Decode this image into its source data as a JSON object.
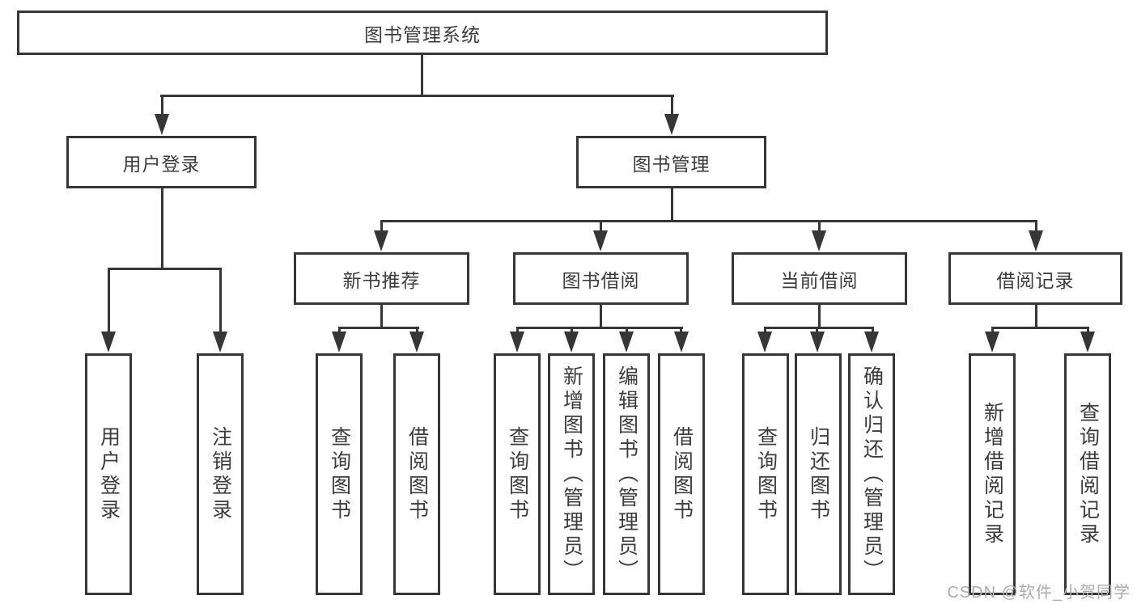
{
  "diagram": {
    "title": "图书管理系统",
    "accent_color": "#363636",
    "text_color": "#3c3c3c",
    "nodes": {
      "root": "图书管理系统",
      "user_login": "用户登录",
      "book_mgmt": "图书管理",
      "new_books": "新书推荐",
      "book_borrow": "图书借阅",
      "current_borrow": "当前借阅",
      "borrow_records": "借阅记录",
      "ul_leaf1": "用户登录",
      "ul_leaf2": "注销登录",
      "nb_leaf1": "查询图书",
      "nb_leaf2": "借阅图书",
      "bb_leaf1": "查询图书",
      "bb_leaf2": "新增图书（管理员）",
      "bb_leaf3": "编辑图书（管理员）",
      "bb_leaf4": "借阅图书",
      "cb_leaf1": "查询图书",
      "cb_leaf2": "归还图书",
      "cb_leaf3": "确认归还（管理员）",
      "br_leaf1": "新增借阅记录",
      "br_leaf2": "查询借阅记录"
    }
  },
  "watermark": "CSDN @软件_小贺同学"
}
